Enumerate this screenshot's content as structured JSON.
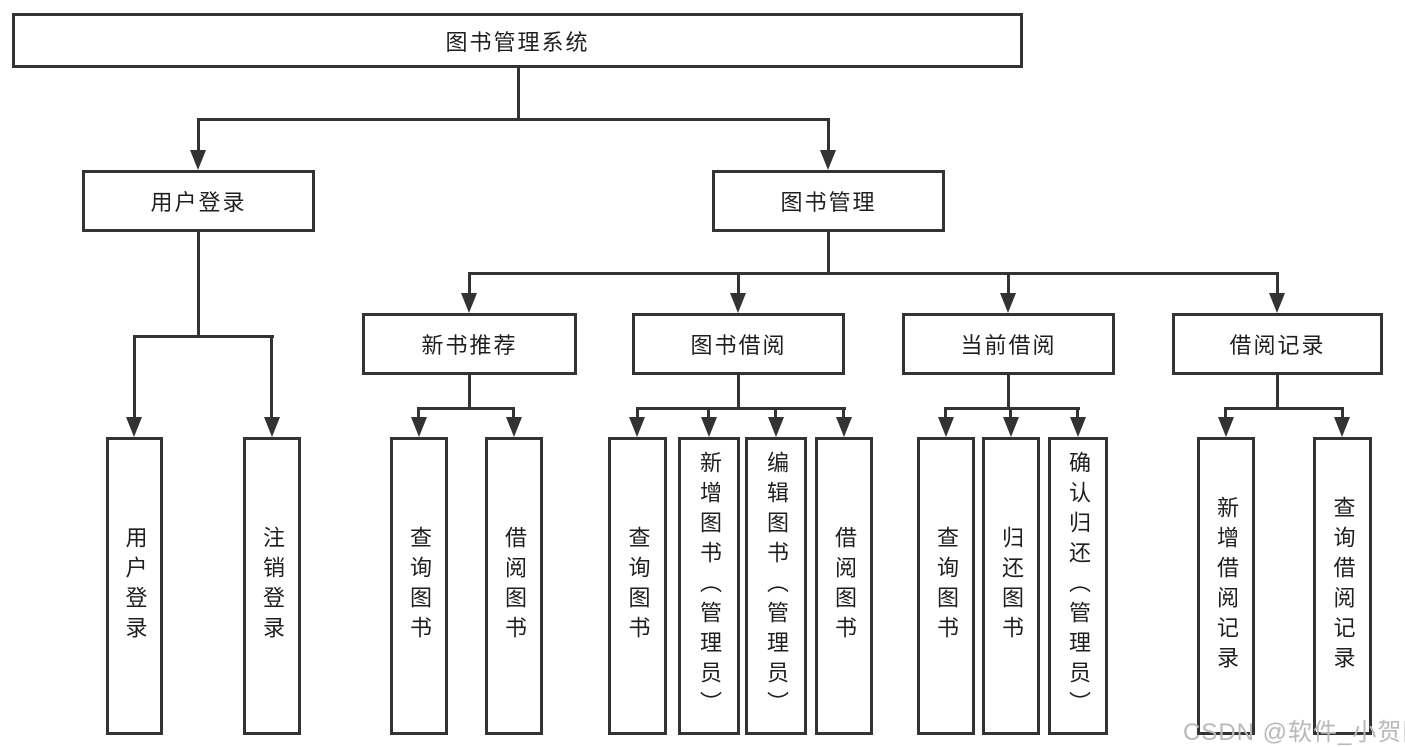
{
  "diagram": {
    "root": {
      "label": "图书管理系统"
    },
    "level2": {
      "user_login": {
        "label": "用户登录"
      },
      "book_management": {
        "label": "图书管理"
      }
    },
    "level3": {
      "new_books": {
        "label": "新书推荐"
      },
      "book_borrow": {
        "label": "图书借阅"
      },
      "current_borrow": {
        "label": "当前借阅"
      },
      "borrow_records": {
        "label": "借阅记录"
      }
    },
    "leaves": {
      "user_login": [
        "用户登录",
        "注销登录"
      ],
      "new_books": [
        "查询图书",
        "借阅图书"
      ],
      "book_borrow": [
        "查询图书",
        "新增图书（管理员）",
        "编辑图书（管理员）",
        "借阅图书"
      ],
      "current_borrow": [
        "查询图书",
        "归还图书",
        "确认归还（管理员）"
      ],
      "borrow_records": [
        "新增借阅记录",
        "查询借阅记录"
      ]
    }
  },
  "watermark": {
    "text": "CSDN @软件_小贺同学"
  },
  "colors": {
    "line": "#333333",
    "text": "#1f1f1f",
    "watermark": "#b9b9b9",
    "background": "#ffffff"
  }
}
